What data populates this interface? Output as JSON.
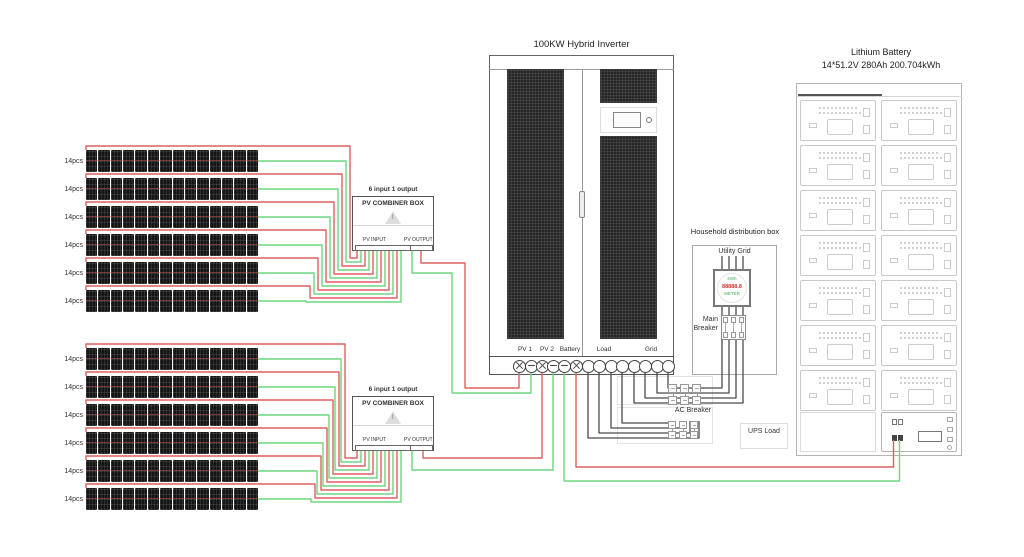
{
  "colors": {
    "wire_red": "#dd6060",
    "wire_green": "#6fd57e",
    "wire_dark": "#4a4a4a"
  },
  "pv": {
    "row_label": "14pcs",
    "panels_per_row": 14,
    "groups": [
      {
        "rows": 6
      },
      {
        "rows": 6
      }
    ]
  },
  "combiner": {
    "title": "6 input 1 output",
    "header": "PV COMBINER BOX",
    "input": "PV INPUT",
    "output": "PV OUTPUT"
  },
  "inverter": {
    "title": "100KW Hybrid Inverter",
    "terminal_groups": [
      "PV 1",
      "PV 2",
      "Battery",
      "Load",
      "Grid"
    ],
    "terminals": [
      "cross",
      "slot",
      "cross",
      "slot",
      "slot",
      "cross",
      "round",
      "round",
      "round",
      "round",
      "round",
      "round",
      "round",
      "round"
    ]
  },
  "household": {
    "title": "Household distribution box",
    "utility": "Utility Grid",
    "meter": {
      "line1": "kWh",
      "digits": "88888.8",
      "line2": "METER"
    },
    "breaker_label_1": "Main",
    "breaker_label_2": "Breaker"
  },
  "ac": {
    "breaker": "AC Breaker",
    "ups": "UPS Load"
  },
  "battery": {
    "title1": "Lithium Battery",
    "title2": "14*51.2V 280Ah 200.704kWh",
    "rows": 7,
    "cols": 2
  }
}
